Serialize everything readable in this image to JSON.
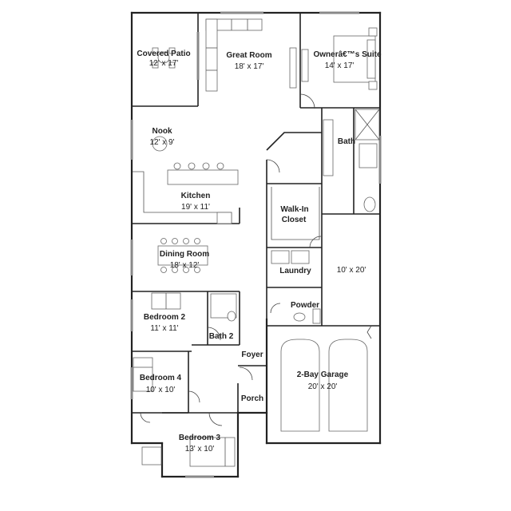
{
  "rooms": {
    "covered_patio": {
      "name": "Covered Patio",
      "dims": "12' x 17'"
    },
    "great_room": {
      "name": "Great Room",
      "dims": "18' x 17'"
    },
    "owners_suite": {
      "name": "Ownerâ€™s Suite",
      "dims": "14' x 17'"
    },
    "nook": {
      "name": "Nook",
      "dims": "12' x 9'"
    },
    "bath": {
      "name": "Bath"
    },
    "kitchen": {
      "name": "Kitchen",
      "dims": "19' x 11'"
    },
    "walk_in_closet": {
      "name_line1": "Walk-In",
      "name_line2": "Closet"
    },
    "dining_room": {
      "name": "Dining Room",
      "dims": "18' x 12'"
    },
    "laundry": {
      "name": "Laundry"
    },
    "storage": {
      "dims": "10' x 20'"
    },
    "powder": {
      "name": "Powder"
    },
    "bedroom_2": {
      "name": "Bedroom 2",
      "dims": "11' x 11'"
    },
    "bath_2": {
      "name": "Bath 2"
    },
    "foyer": {
      "name": "Foyer"
    },
    "bedroom_4": {
      "name": "Bedroom 4",
      "dims": "10' x 10'"
    },
    "garage": {
      "name": "2-Bay Garage",
      "dims": "20' x 20'"
    },
    "porch": {
      "name": "Porch"
    },
    "bedroom_3": {
      "name": "Bedroom 3",
      "dims": "13' x 10'"
    }
  }
}
